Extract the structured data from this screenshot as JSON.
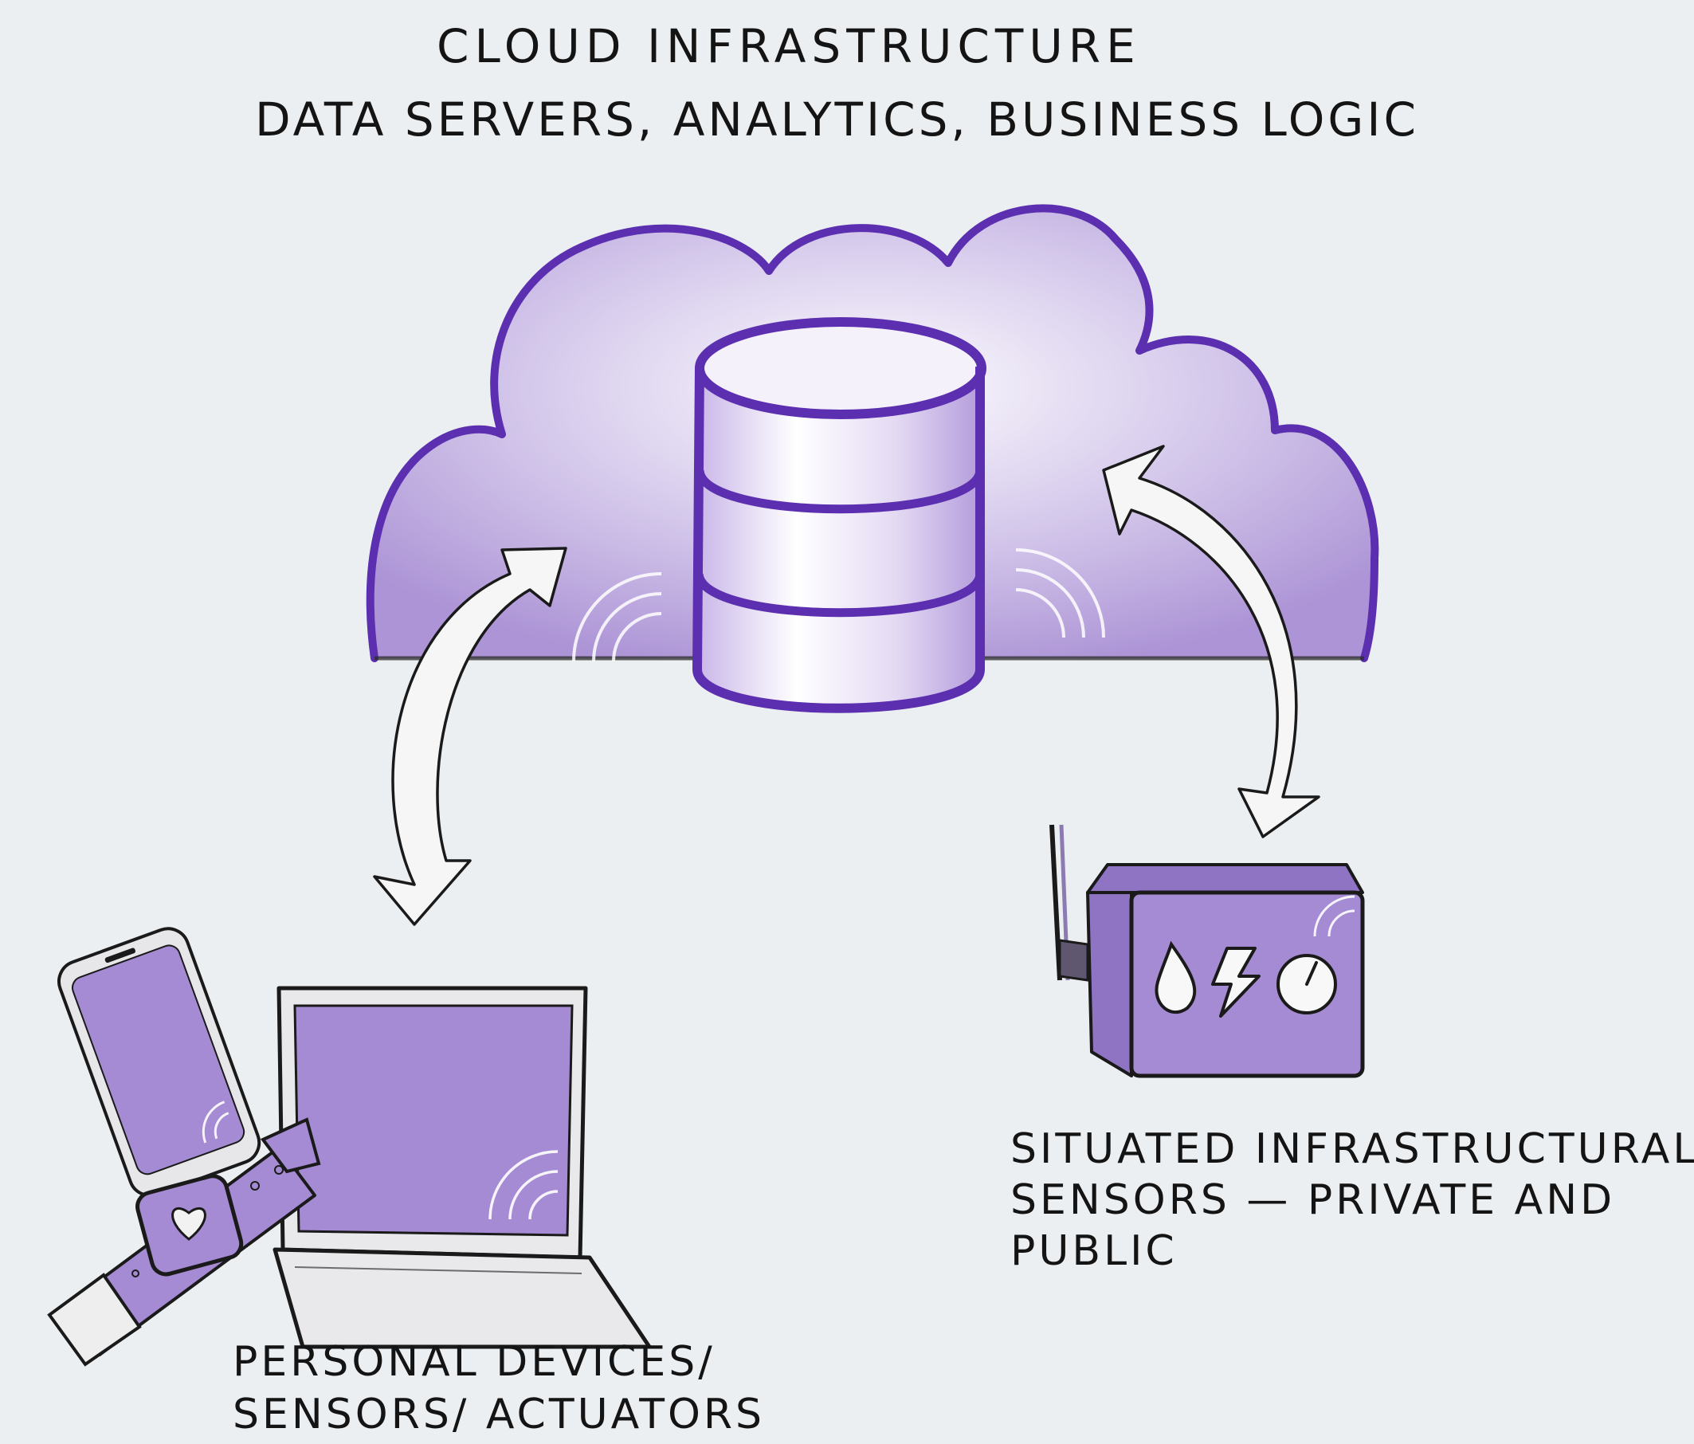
{
  "title": {
    "line1": "CLOUD INFRASTRUCTURE",
    "line2": "DATA SERVERS, ANALYTICS, BUSINESS LOGIC"
  },
  "personal_label": {
    "line1": "PERSONAL DEVICES/",
    "line2": "SENSORS/ ACTUATORS"
  },
  "situated_label": {
    "line1": "SITUATED INFRASTRUCTURAL",
    "line2": "SENSORS — PRIVATE AND",
    "line3": "PUBLIC"
  },
  "colors": {
    "background": "#eceff2",
    "cloud_outline": "#5b2fb0",
    "cloud_fill": "#b9a3dc",
    "device_fill": "#a58bd3",
    "ink": "#1a1a1a",
    "arrow_fill": "#f6f6f6"
  },
  "icons": [
    "cloud-icon",
    "database-icon",
    "smartphone-icon",
    "laptop-icon",
    "smartwatch-icon",
    "sensor-box-icon",
    "water-drop-icon",
    "lightning-icon",
    "gauge-icon",
    "wireless-signal-icon"
  ]
}
